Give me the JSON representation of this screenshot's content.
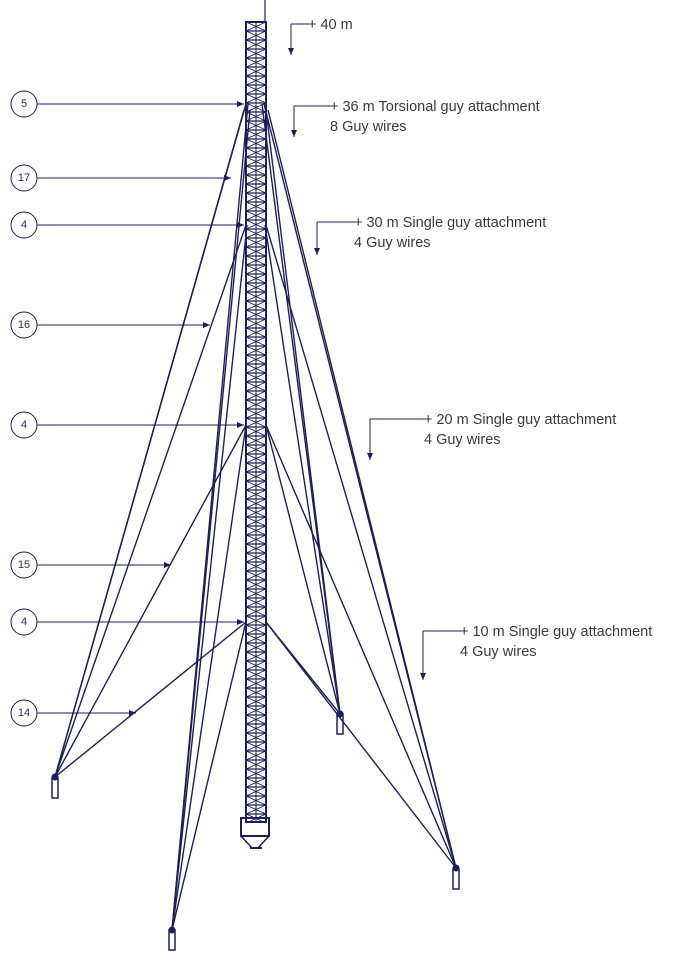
{
  "levels": [
    {
      "id": "top",
      "line1": "+ 40 m",
      "line2": ""
    },
    {
      "id": "l36",
      "line1": "+ 36 m Torsional guy attachment",
      "line2": "8 Guy wires"
    },
    {
      "id": "l30",
      "line1": "+ 30 m Single guy attachment",
      "line2": "4 Guy wires"
    },
    {
      "id": "l20",
      "line1": "+ 20 m Single guy attachment",
      "line2": "4 Guy wires"
    },
    {
      "id": "l10",
      "line1": "+ 10 m Single guy attachment",
      "line2": "4 Guy wires"
    }
  ],
  "callouts": [
    {
      "id": "c5",
      "label": "5"
    },
    {
      "id": "c17",
      "label": "17"
    },
    {
      "id": "c4a",
      "label": "4"
    },
    {
      "id": "c16",
      "label": "16"
    },
    {
      "id": "c4b",
      "label": "4"
    },
    {
      "id": "c15",
      "label": "15"
    },
    {
      "id": "c4c",
      "label": "4"
    },
    {
      "id": "c14",
      "label": "14"
    }
  ],
  "colors": {
    "ink": "#1e1f5a",
    "text": "#3a3a3a",
    "background": "#ffffff"
  }
}
